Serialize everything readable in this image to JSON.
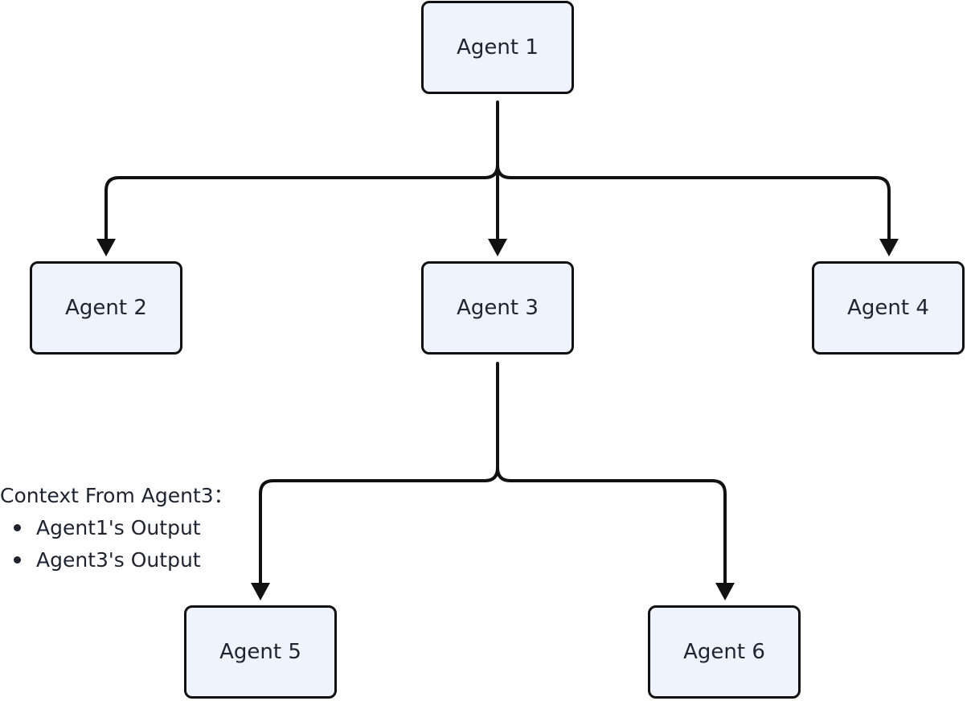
{
  "diagram": {
    "nodes": [
      {
        "id": "n1",
        "label": "Agent 1"
      },
      {
        "id": "n2",
        "label": "Agent 2"
      },
      {
        "id": "n3",
        "label": "Agent 3"
      },
      {
        "id": "n4",
        "label": "Agent 4"
      },
      {
        "id": "n5",
        "label": "Agent 5"
      },
      {
        "id": "n6",
        "label": "Agent 6"
      }
    ],
    "edges": [
      {
        "from": "n1",
        "to": "n2"
      },
      {
        "from": "n1",
        "to": "n3"
      },
      {
        "from": "n1",
        "to": "n4"
      },
      {
        "from": "n3",
        "to": "n5"
      },
      {
        "from": "n3",
        "to": "n6"
      }
    ],
    "context_note": {
      "title": "Context From Agent3：",
      "items": [
        "Agent1's Output",
        "Agent3's Output"
      ]
    },
    "colors": {
      "node_fill": "#eef3fd",
      "node_border": "#111111",
      "edge": "#111111",
      "text": "#1f2330"
    }
  }
}
